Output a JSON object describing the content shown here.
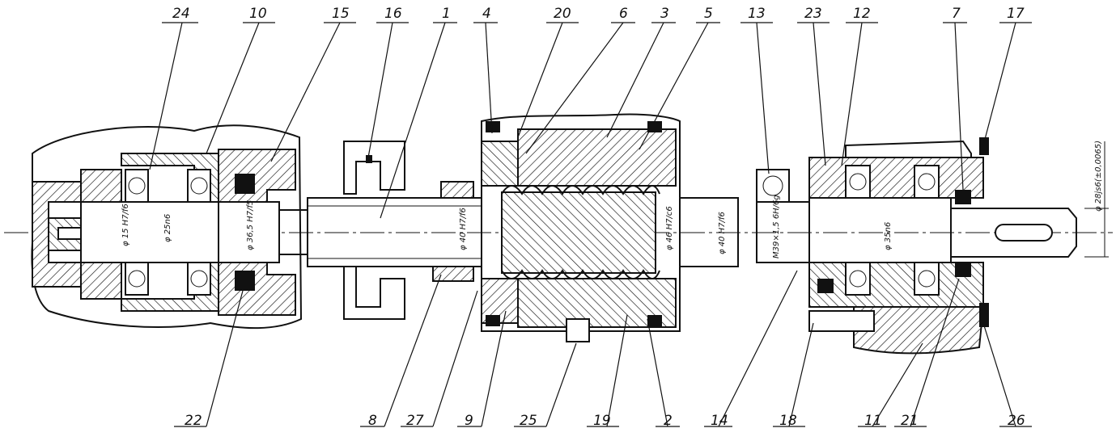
{
  "callouts_top": [
    "24",
    "10",
    "15",
    "16",
    "1",
    "4",
    "20",
    "6",
    "3",
    "5",
    "13",
    "23",
    "12",
    "7",
    "17"
  ],
  "callouts_bottom": [
    "22",
    "8",
    "27",
    "9",
    "25",
    "19",
    "2",
    "14",
    "18",
    "11",
    "21",
    "26"
  ],
  "dimensions": {
    "d1": "φ 15 H7/f6",
    "d2": "φ 25n6",
    "d3": "φ 36,5 H7/f5",
    "d4": "φ 40 H7/f6",
    "d5": "φ 46 H7/c6",
    "d6": "φ 40 H7/f6",
    "d7": "M39×1,5 6H/6g",
    "d8": "φ 35n6",
    "d9": "φ 28js6(±0,0065)"
  }
}
